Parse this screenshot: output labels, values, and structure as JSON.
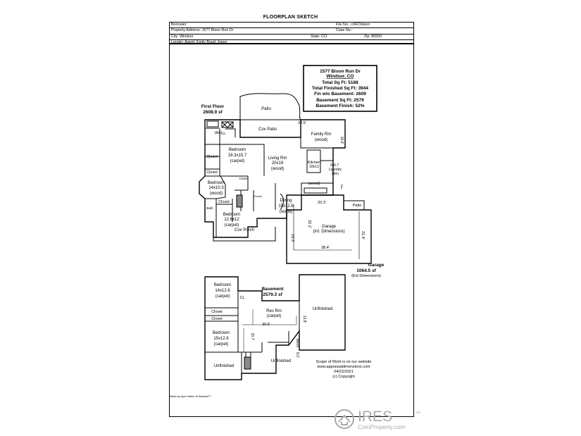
{
  "document": {
    "title": "FLOORPLAN SKETCH"
  },
  "header": {
    "borrower_label": "Borrower:",
    "file_no": "File No.: c0421bison",
    "address": "Property Address: 1577 Bison Run Dr",
    "case_no": "Case No.:",
    "city": "City: Windsor",
    "state": "State: CO",
    "zip": "Zip: 80550",
    "lender": "Lender: Agent: Emily Brazil Jones"
  },
  "summary": {
    "address": "1577 Bison Run Dr",
    "city": "Windsor, CO",
    "total": "Total Sq Ft: 5188",
    "finished": "Total Finished Sq Ft: 3944",
    "fin_wo_basement": "Fin w/o Basement: 2609",
    "basement_sqft": "Basement Sq Ft: 2579",
    "basement_finish": "Basement Finish: 52%"
  },
  "first_floor": {
    "title": "First Floor",
    "area": "2608.9 sf",
    "rooms": {
      "patio": "Patio",
      "cov_patio": "Cov Patio",
      "family_label": "Family Rm",
      "family_floor": "(wood)",
      "tile": "(tile)",
      "cl": "CL",
      "closet_a": "Closet",
      "bedroom_label": "Bedroom",
      "bedroom_size": "18.3x15.7",
      "bedroom_floor": "(carpet)",
      "living_label": "Living Rm",
      "living_size": "20x19",
      "living_floor": "(wood)",
      "kitchen_label": "Kitchen",
      "kitchen_size": "18x13",
      "kitchen_floor": "(wood)",
      "laundry_size": "9x6.7",
      "laundry_label": "Laundry",
      "laundry_floor": "(tile)",
      "closet_b": "Closet",
      "closet_c": "Closet",
      "closet_d": "Closet",
      "bed2_label": "Bedroom",
      "bed2_size": "14x10.3",
      "bed2_floor": "(wood)",
      "bed3_label": "Bedroom",
      "bed3_size": "12.6x12",
      "bed3_floor": "(carpet)",
      "dining_label": "Dining",
      "dining_size": "15x12.6",
      "dining_floor": "(wood)",
      "cov_porch": "Cov Porch",
      "garage_label": "Garage",
      "garage_note": "(Int. Dimensions)",
      "garage_patio": "Patio",
      "bath": "Bath",
      "closet_small": "Closet",
      "pantry": "Pan"
    },
    "dims": {
      "top": "20.5'",
      "right": "18.6'",
      "garage_top": "20.3'",
      "garage_left": "32.2'",
      "garage_right": "21.4'",
      "garage_side": "19.3'",
      "garage_bottom": "38.4'"
    }
  },
  "garage": {
    "title": "Garage",
    "area": "1064.5 sf",
    "note": "(Ext Dimensions)"
  },
  "basement": {
    "title": "Basement",
    "area": "2579.3 sf",
    "rooms": {
      "bed1_label": "Bedroom",
      "bed1_size": "14x12.6",
      "bed1_floor": "(carpet)",
      "cl": "CL",
      "closet1": "Closet",
      "closet2": "Closet",
      "bed2_label": "Bedroom",
      "bed2_size": "15x12.6",
      "bed2_floor": "(carpet)",
      "rec_label": "Rec Rm",
      "rec_floor": "(carpet)",
      "unfinished1": "Unfinished",
      "unfinished2": "Unfinished",
      "unfinished3": "Unfinished",
      "mech": "Mech"
    },
    "dims": {
      "a": "30.6'",
      "b": "13.8'",
      "c": "20.7'",
      "d": "8.0'"
    }
  },
  "notes": {
    "scope": "Scope of Work is on our website",
    "website": "www.appraisaldimensions.com",
    "date": "04/22/2021",
    "copyright": "(c) Copyright"
  },
  "footer": {
    "sketch_credit": "Sketch by Apex Sketch v6 Standard™"
  },
  "watermark": {
    "brand": "IRES",
    "site": "ColoProperty.com"
  }
}
